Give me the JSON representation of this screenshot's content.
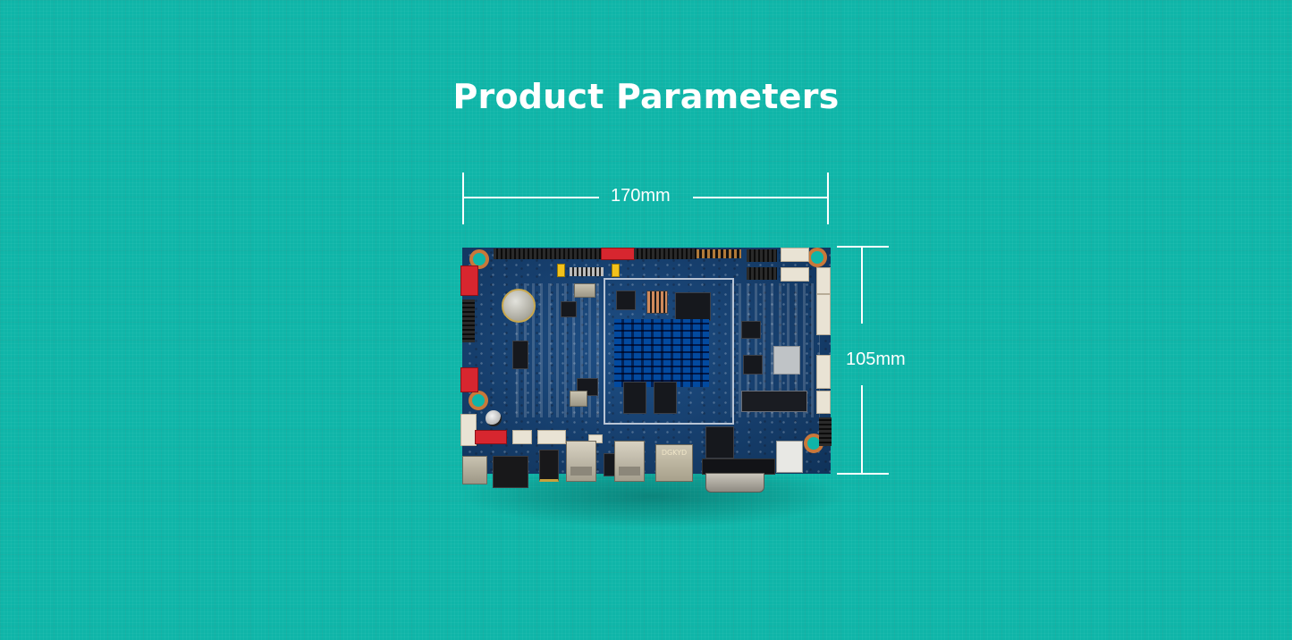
{
  "header": {
    "title": "Product Parameters"
  },
  "dimensions": {
    "width_label": "170mm",
    "height_label": "105mm"
  },
  "product_image": {
    "description": "Embedded mainboard (PCB) top view",
    "board_marking": "DGKYD",
    "colors": {
      "background": "#0fb5a8",
      "pcb": "#163e6c",
      "heatsink": "#2a9fdd",
      "accent_lines": "#ffffff"
    }
  }
}
